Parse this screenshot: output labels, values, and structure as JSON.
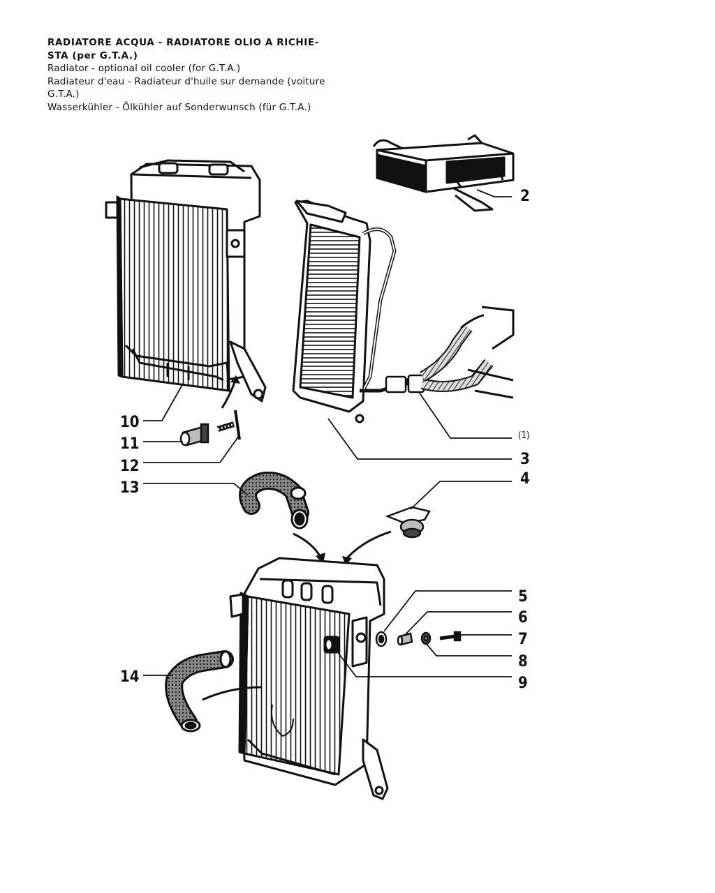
{
  "header": {
    "lines": [
      "RADIATORE ACQUA - RADIATORE OLIO A RICHIE-",
      "STA (per G.T.A.)",
      "Radiator - optional oil cooler (for G.T.A.)",
      "Radiateur d'eau - Radiateur d'huile sur demande (voiture",
      "G.T.A.)",
      "Wasserkühler - Ölkühler auf Sonderwunsch (für G.T.A.)"
    ]
  },
  "callouts": {
    "c1": "(1)",
    "c2": "2",
    "c3": "3",
    "c4": "4",
    "c5": "5",
    "c6": "6",
    "c7": "7",
    "c8": "8",
    "c9": "9",
    "c10": "10",
    "c11": "11",
    "c12": "12",
    "c13": "13",
    "c14": "14"
  }
}
